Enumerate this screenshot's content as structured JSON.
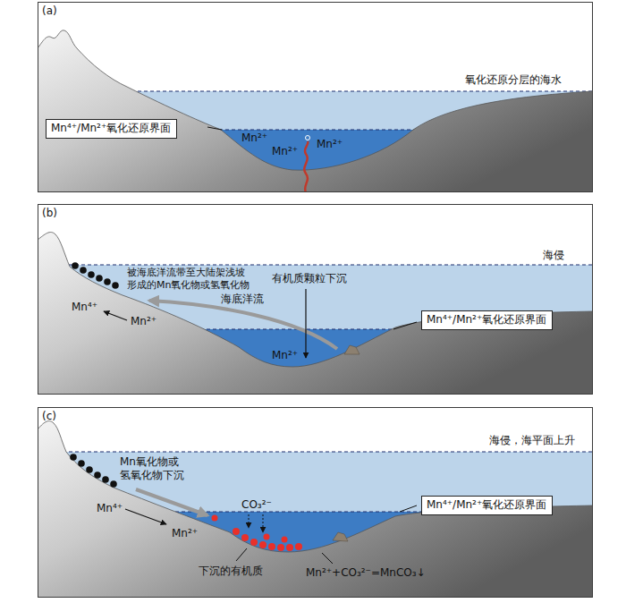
{
  "diagram": {
    "nodes": [
      {
        "text": [
          "(a)"
        ]
      },
      {
        "text": [
          "Mn⁴⁺/Mn²⁺氧化还原界面"
        ],
        "in": 0
      },
      {
        "text": [
          "(b)"
        ]
      },
      {
        "text": [
          "Mn⁴⁺/Mn²⁺氧化还原界面"
        ],
        "in": 2
      },
      {
        "text": [
          "(c)"
        ]
      },
      {
        "text": [
          "Mn⁴⁺/Mn²⁺氧化还原界面"
        ],
        "in": 4
      }
    ],
    "labels": [
      "氧化还原分层的海水",
      "Mn²⁺",
      "Mn²⁺",
      "Mn²⁺",
      "海侵",
      "被海底洋流带至大陆架浅坡 形成的Mn氧化物或氢氧化物",
      "Mn⁴⁺",
      "Mn²⁺",
      "有机质颗粒下沉",
      "海底洋流",
      "Mn²⁺",
      "海侵，海平面上升",
      "Mn氧化物或 氢氧化物下沉",
      "Mn⁴⁺",
      "Mn²⁺",
      "CO₃²⁻",
      "下沉的有机质",
      "Mn²⁺+CO₃²⁻=MnCO₃↓"
    ]
  }
}
